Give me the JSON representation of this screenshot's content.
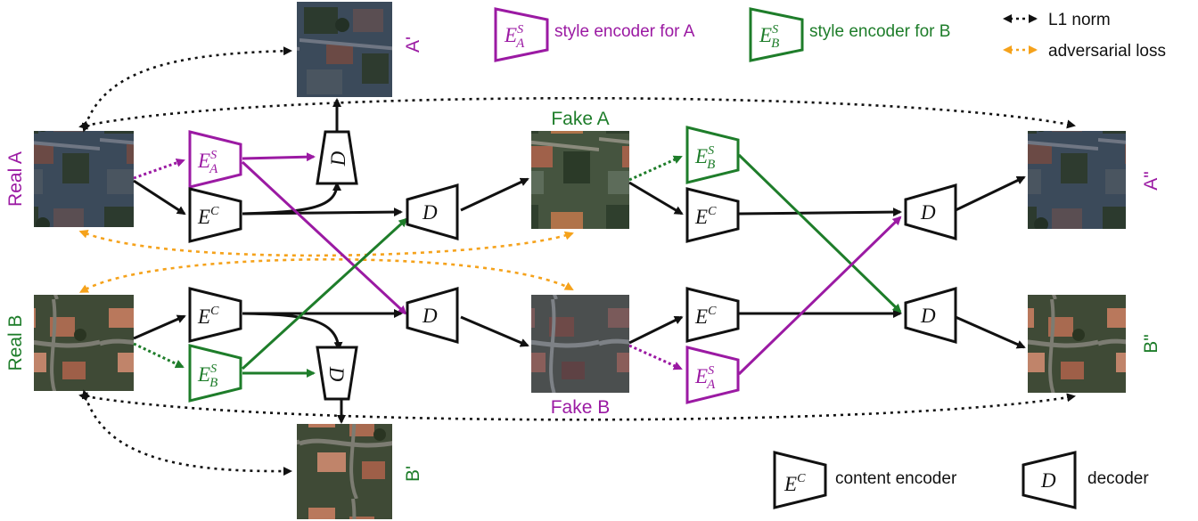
{
  "colors": {
    "purple": "#9b1aa3",
    "green": "#1e7d2a",
    "black": "#111111",
    "orange": "#f5a21b"
  },
  "legend": {
    "style_a_label": "style encoder for A",
    "style_b_label": "style encoder for B",
    "l1_label": "L1 norm",
    "adv_label": "adversarial loss",
    "content_label": "content encoder",
    "decoder_label": "decoder"
  },
  "images": {
    "real_a": "Real A",
    "real_b": "Real B",
    "fake_a": "Fake A",
    "fake_b": "Fake B",
    "a_prime": "A'",
    "b_prime": "B'",
    "a_dprime": "A\"",
    "b_dprime": "B\""
  },
  "symbols": {
    "E": "E",
    "S": "S",
    "C": "C",
    "A": "A",
    "B": "B",
    "D": "D"
  }
}
